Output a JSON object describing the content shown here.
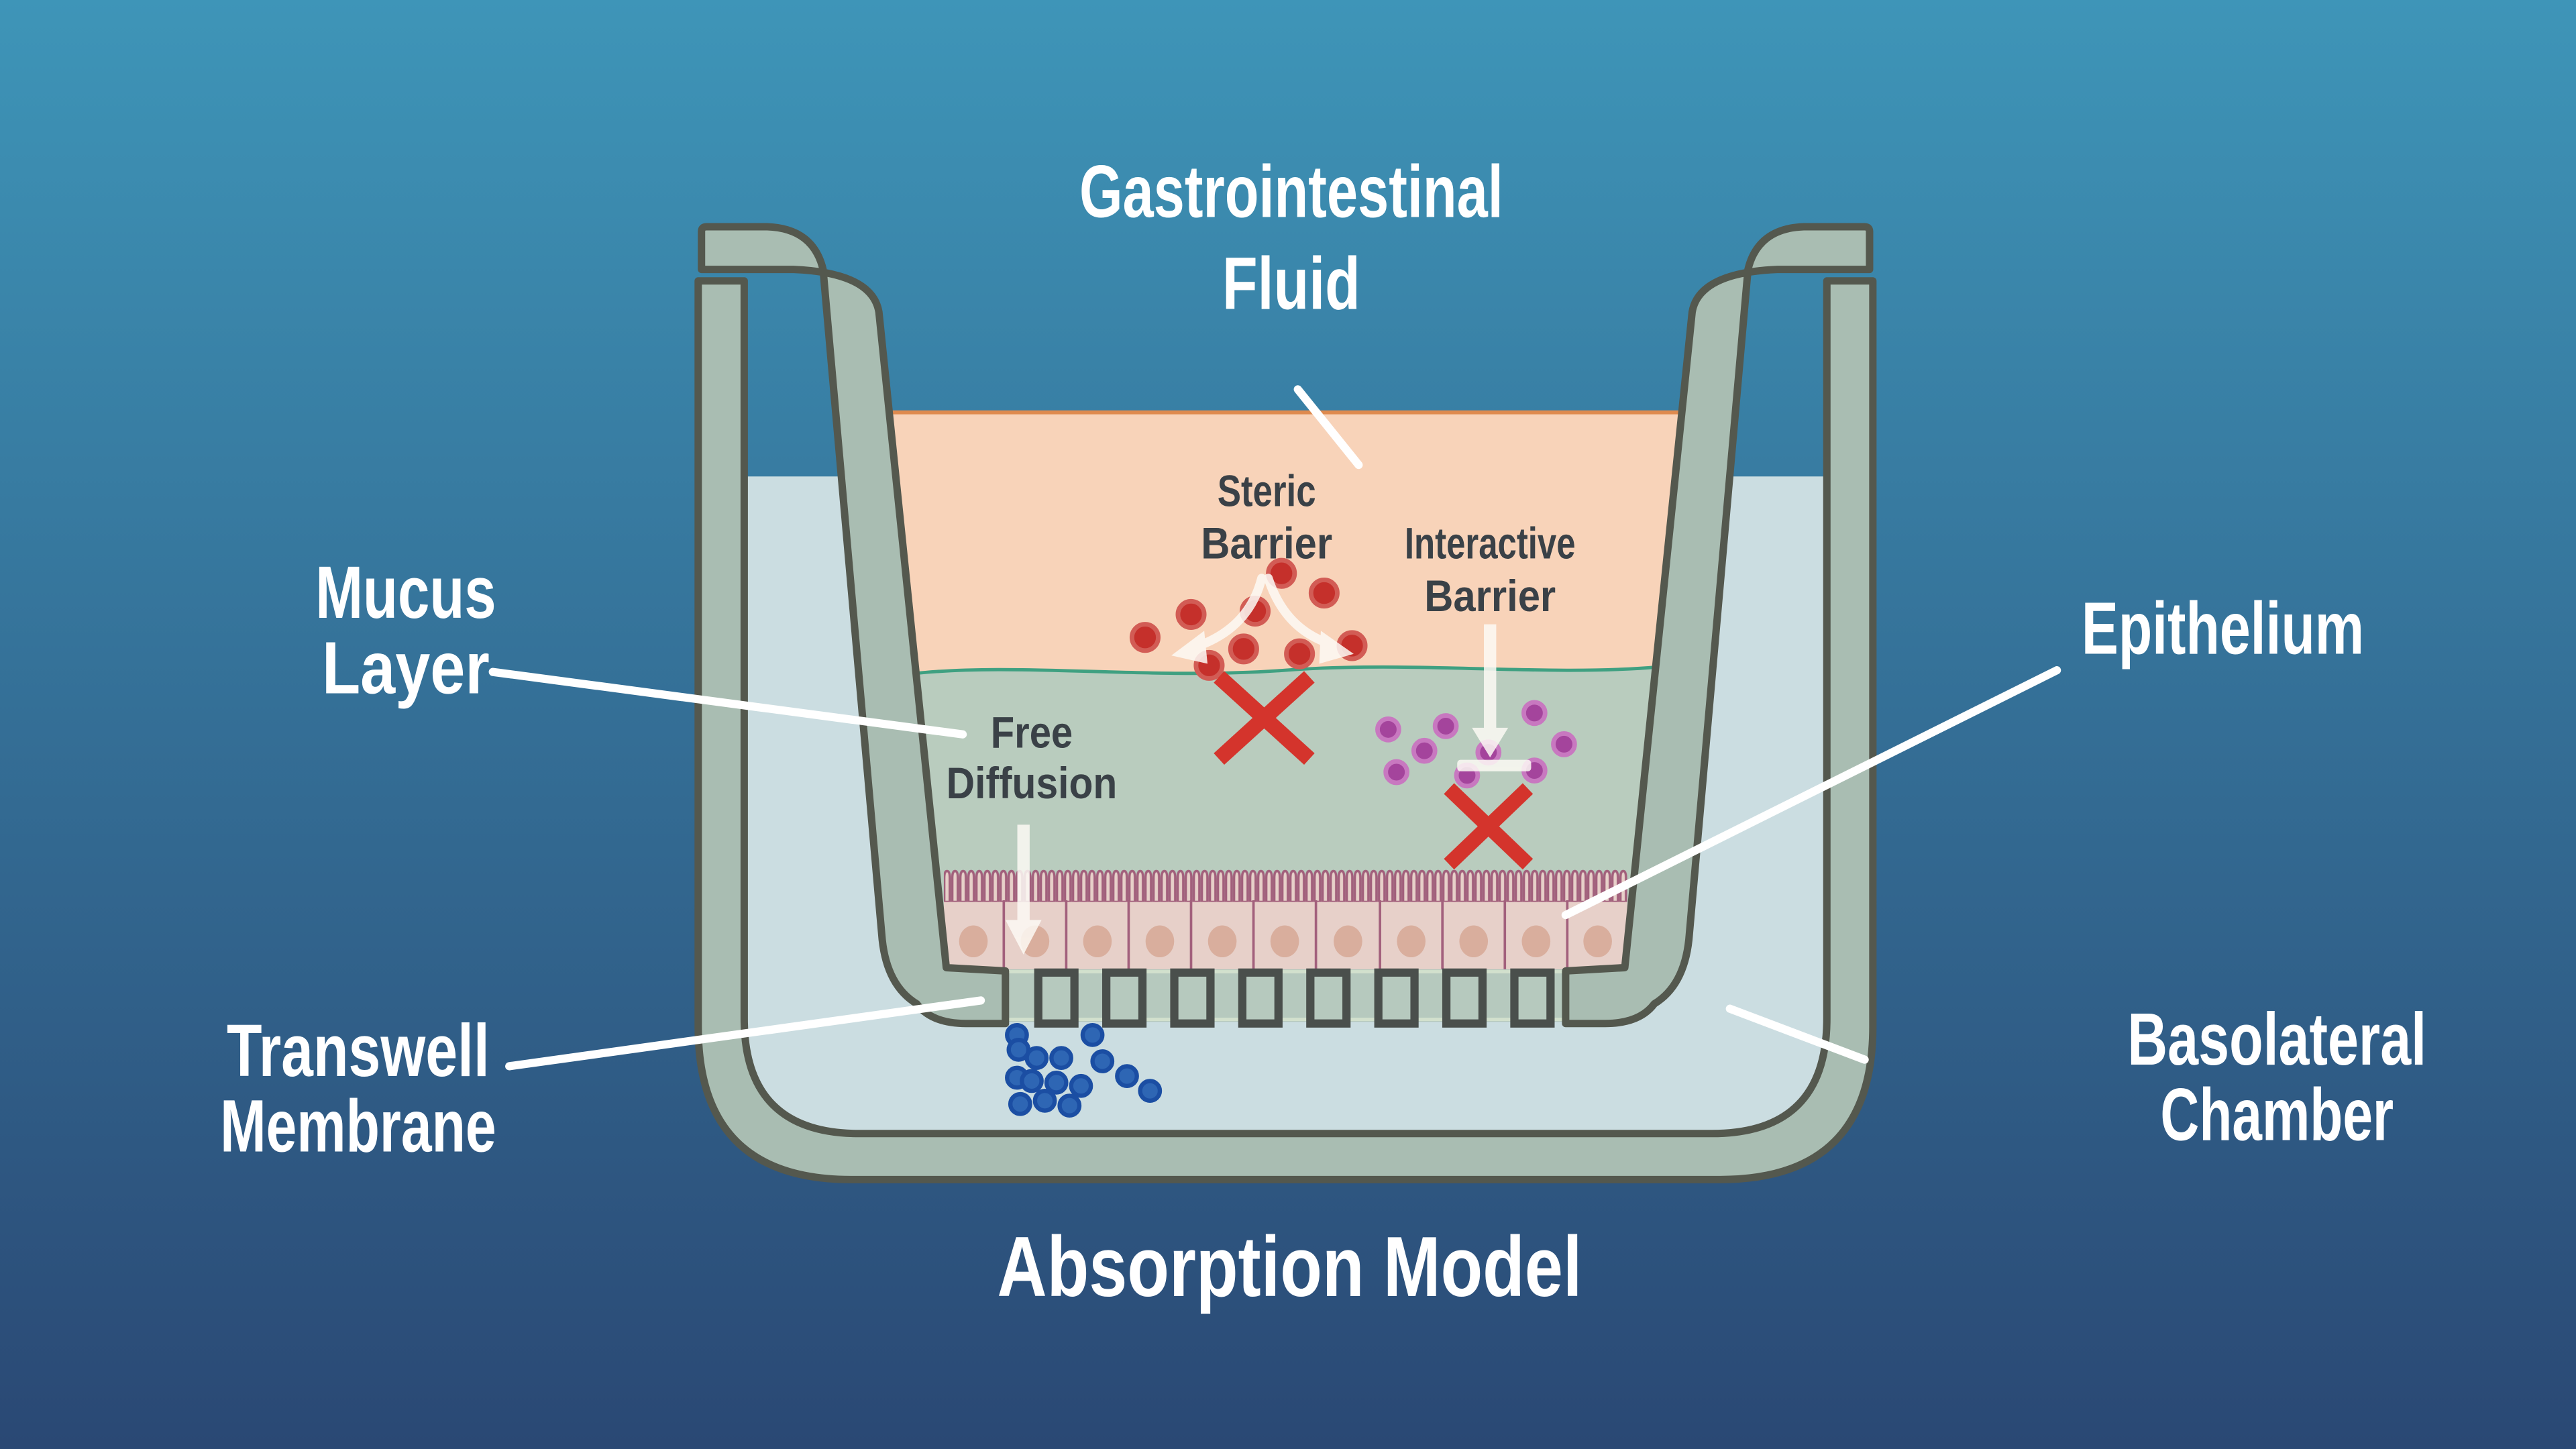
{
  "title": "Absorption Model",
  "annotations": {
    "gastrointestinal_fluid": {
      "line1": "Gastrointestinal",
      "line2": "Fluid"
    },
    "mucus_layer": {
      "line1": "Mucus",
      "line2": "Layer"
    },
    "epithelium": {
      "label": "Epithelium"
    },
    "transwell_membrane": {
      "line1": "Transwell",
      "line2": "Membrane"
    },
    "basolateral_chamber": {
      "line1": "Basolateral",
      "line2": "Chamber"
    },
    "steric_barrier": {
      "line1": "Steric",
      "line2": "Barrier"
    },
    "interactive_barrier": {
      "line1": "Interactive",
      "line2": "Barrier"
    },
    "free_diffusion": {
      "line1": "Free",
      "line2": "Diffusion"
    }
  },
  "colors": {
    "background_top": "#3e95b8",
    "background_bottom": "#2a4874",
    "vessel_fill": "#a9bdb2",
    "vessel_outline": "#54584e",
    "chamber_fluid": "#cbdde1",
    "gi_fluid": "#f8d3b9",
    "gi_fluid_surface": "#df8a4e",
    "mucus": "#b9ccbe",
    "mucus_surface": "#3fa081",
    "epithelium_cell": "#e7d0c9",
    "epithelium_border": "#a2607c",
    "cell_nucleus": "#d9ae9d",
    "membrane_fill": "#b6c9be",
    "membrane_outline": "#4a4f4c",
    "red_particle": "#c5302b",
    "red_particle_ring": "#d25c55",
    "purple_particle": "#a4449c",
    "purple_particle_ring": "#c878c0",
    "blue_particle": "#2e66b4",
    "blue_particle_ring": "#1b4ea3",
    "cross_red": "#d4342c",
    "arrow_white": "#fdfaf5",
    "label_white": "#ffffff",
    "label_dark": "#3a4147"
  },
  "particles": {
    "red_blocked_count": 9,
    "purple_bound_count": 9,
    "blue_absorbed_count": 15
  },
  "structure": {
    "epithelial_cell_count": 11,
    "membrane_pore_count": 8
  }
}
